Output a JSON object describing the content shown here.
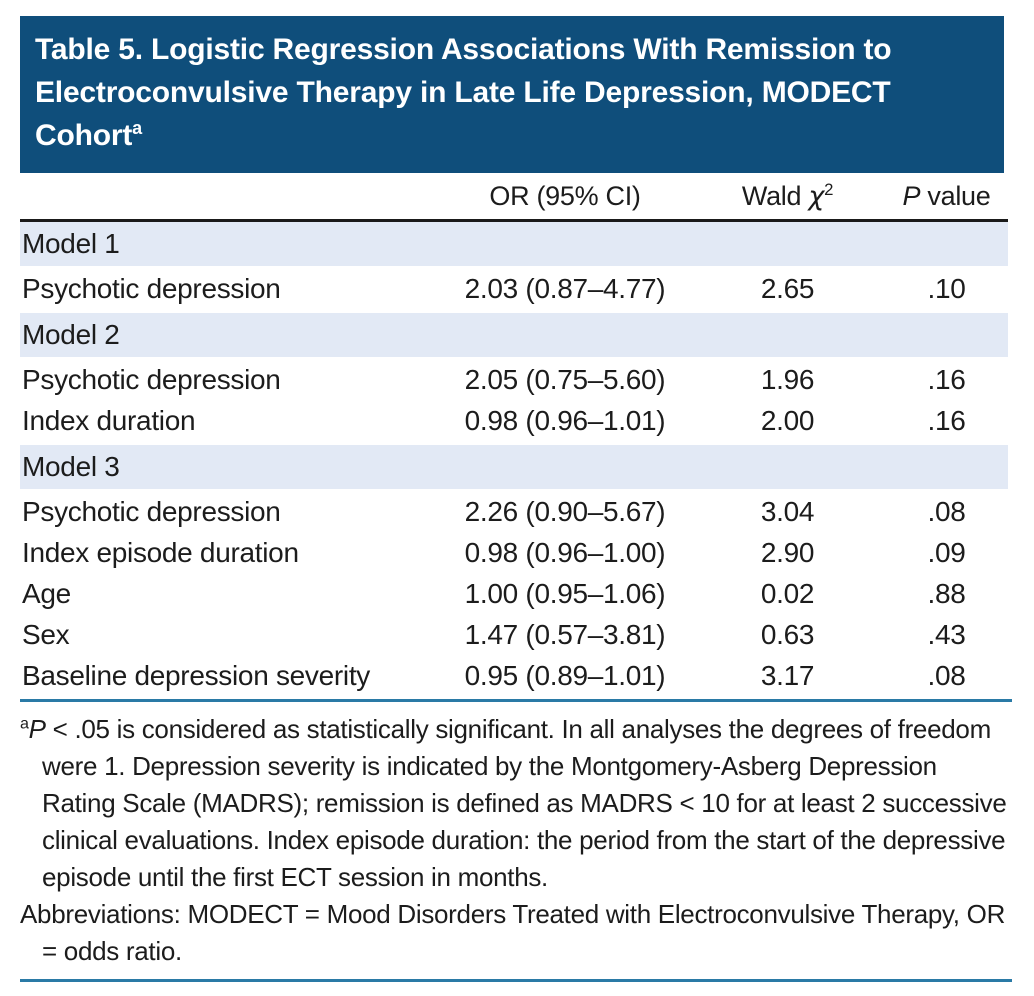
{
  "colors": {
    "title_bar_bg": "#0f4e7b",
    "title_text": "#ffffff",
    "section_band_bg": "#e2e9f5",
    "header_rule": "#1a1a1a",
    "footnote_rule": "#2a7aa6",
    "body_text": "#1c1c1c"
  },
  "title": {
    "line1": "Table 5. Logistic Regression Associations With Remission to",
    "line2": "Electroconvulsive Therapy in Late Life Depression, MODECT",
    "line3": "Cohort",
    "superscript": "a"
  },
  "columns": {
    "or": "OR (95% CI)",
    "wald_word": "Wald ",
    "wald_chi": "χ",
    "wald_sup": "2",
    "p_italic": "P",
    "p_rest": " value"
  },
  "sections": [
    {
      "label": "Model 1",
      "rows": [
        {
          "label": "Psychotic depression",
          "or": "2.03 (0.87–4.77)",
          "wald": "2.65",
          "p": ".10"
        }
      ]
    },
    {
      "label": "Model 2",
      "rows": [
        {
          "label": "Psychotic depression",
          "or": "2.05 (0.75–5.60)",
          "wald": "1.96",
          "p": ".16"
        },
        {
          "label": "Index duration",
          "or": "0.98 (0.96–1.01)",
          "wald": "2.00",
          "p": ".16"
        }
      ]
    },
    {
      "label": "Model 3",
      "rows": [
        {
          "label": "Psychotic depression",
          "or": "2.26 (0.90–5.67)",
          "wald": "3.04",
          "p": ".08"
        },
        {
          "label": "Index episode duration",
          "or": "0.98 (0.96–1.00)",
          "wald": "2.90",
          "p": ".09"
        },
        {
          "label": "Age",
          "or": "1.00 (0.95–1.06)",
          "wald": "0.02",
          "p": ".88"
        },
        {
          "label": "Sex",
          "or": "1.47 (0.57–3.81)",
          "wald": "0.63",
          "p": ".43"
        },
        {
          "label": "Baseline depression severity",
          "or": "0.95 (0.89–1.01)",
          "wald": "3.17",
          "p": ".08"
        }
      ]
    }
  ],
  "footnotes": {
    "marker": "a",
    "p_italic": "P",
    "text": " < .05 is considered as statistically significant. In all analyses the degrees of freedom were 1. Depression severity is indicated by the Montgomery-Asberg Depression Rating Scale (MADRS); remission is defined as MADRS < 10 for at least 2 successive clinical evaluations. Index episode duration: the period from the start of the depressive episode until the first ECT session in months.",
    "abbreviations": "Abbreviations: MODECT = Mood Disorders Treated with Electroconvulsive Therapy, OR = odds ratio."
  }
}
